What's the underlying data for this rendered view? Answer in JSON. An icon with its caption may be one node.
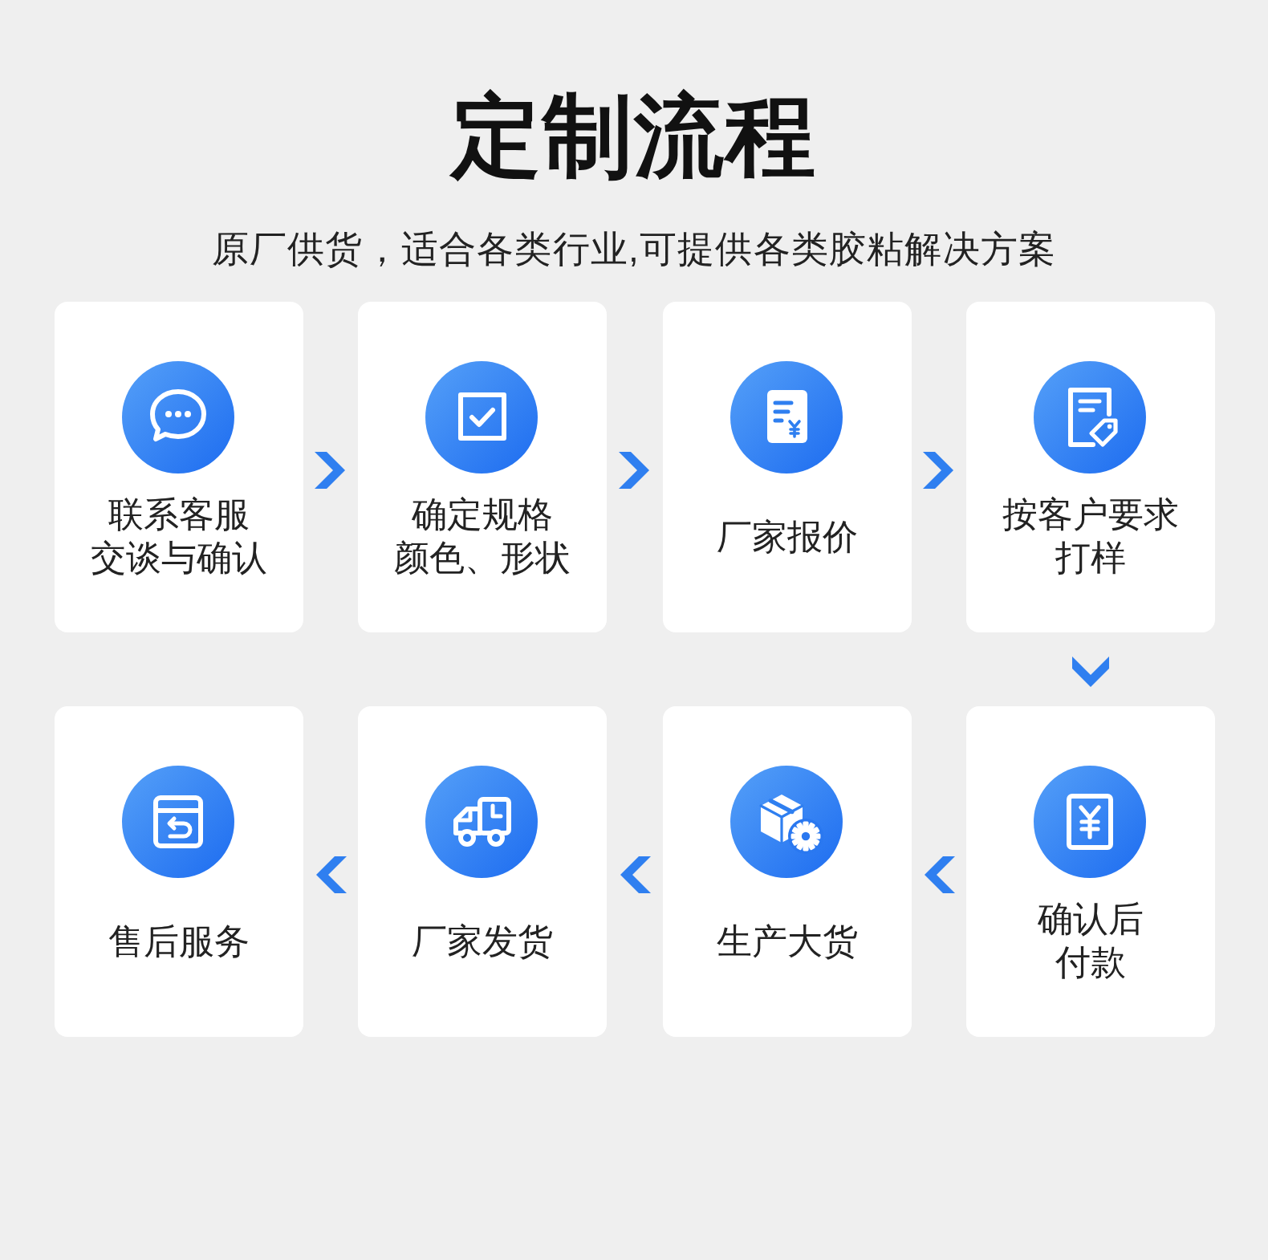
{
  "diagram": {
    "title": "定制流程",
    "nodes": [
      {
        "text": [
          "联系客服",
          "交谈与确认"
        ]
      },
      {
        "text": [
          "确定规格",
          "颜色、形状"
        ]
      },
      {
        "text": [
          "厂家报价"
        ]
      },
      {
        "text": [
          "按客户要求打样"
        ]
      },
      {
        "text": [
          "售后服务"
        ]
      },
      {
        "text": [
          "厂家发货"
        ]
      },
      {
        "text": [
          "生产大货"
        ]
      },
      {
        "text": [
          "确认后付款"
        ]
      }
    ],
    "edges": [
      {
        "from": 0,
        "to": 1,
        "arrow": "to"
      },
      {
        "from": 1,
        "to": 2,
        "arrow": "to"
      },
      {
        "from": 2,
        "to": 3,
        "arrow": "to"
      },
      {
        "from": 3,
        "to": 7,
        "arrow": "to"
      },
      {
        "from": 7,
        "to": 6,
        "arrow": "to"
      },
      {
        "from": 6,
        "to": 5,
        "arrow": "to"
      },
      {
        "from": 5,
        "to": 4,
        "arrow": "to"
      }
    ],
    "labels": [
      "原厂供货，适合各类行业,可提供各类胶粘解决方案"
    ]
  }
}
